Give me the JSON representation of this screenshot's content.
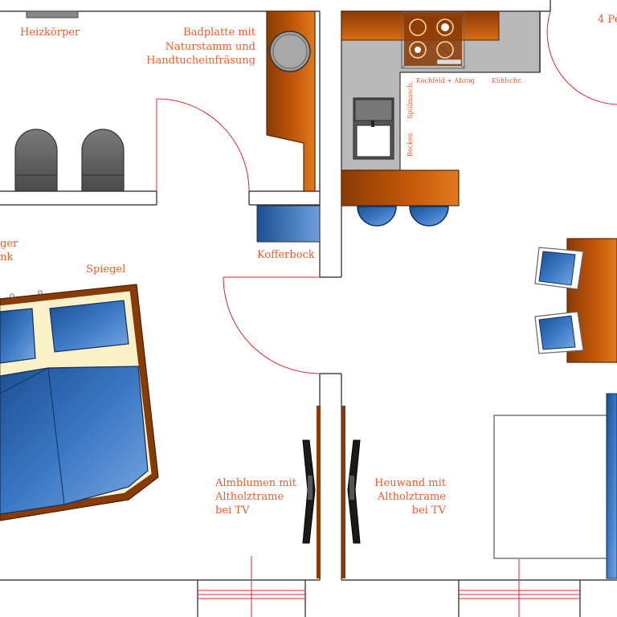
{
  "labels": {
    "radiator": "Heizkörper",
    "bath_top_1": "Badplatte mit",
    "bath_top_2": "Naturstamm und",
    "bath_top_3": "Handtucheinfräsung",
    "suitcase_rack": "Kofferbock",
    "mirror": "Spiegel",
    "hanger_1": "ger",
    "hanger_2": "nk",
    "alpine_1": "Almblumen mit",
    "alpine_2": "Altholztrame",
    "alpine_3": "bei TV",
    "hay_1": "Heuwand mit",
    "hay_2": "Altholztrame",
    "hay_3": "bei TV",
    "cooktop": "Kochfeld + Abzug",
    "fridge": "Kühlschr.",
    "dishwasher": "Spülmasch.",
    "sink": "Becken",
    "persons": "4 Pe"
  },
  "colors": {
    "label": "#f05a28",
    "wall": "#222222",
    "door_swing": "#e0262c",
    "wood": "#c55a0a",
    "wood_dark": "#8a3a05",
    "blue": "#3b78c4",
    "blue_dark": "#1c4f92",
    "cream": "#fbf1c8",
    "gray_counter": "#b9b9b9"
  }
}
